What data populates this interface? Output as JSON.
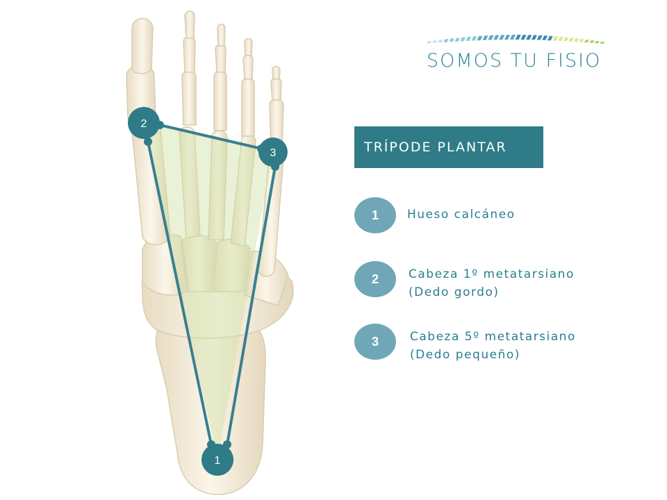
{
  "logo": {
    "text": "SOMOS TU FISIO",
    "stripe_colors": [
      "#bfe3ea",
      "#8ec9d6",
      "#5fa9c0",
      "#3e8ea7",
      "#d7e98e",
      "#a5d26a"
    ]
  },
  "title": "TRÍPODE PLANTAR",
  "legend": [
    {
      "num": "1",
      "line1": "Hueso calcáneo",
      "line2": ""
    },
    {
      "num": "2",
      "line1": "Cabeza 1º metatarsiano",
      "line2": "(Dedo gordo)"
    },
    {
      "num": "3",
      "line1": "Cabeza 5º metatarsiano",
      "line2": "(Dedo pequeño)"
    }
  ],
  "points": [
    {
      "num": "1",
      "label": "calcaneus"
    },
    {
      "num": "2",
      "label": "first-metatarsal-head"
    },
    {
      "num": "3",
      "label": "fifth-metatarsal-head"
    }
  ],
  "colors": {
    "accent": "#2f7b88",
    "line": "#3a7f8f",
    "legend_circle": "#6fa7b7",
    "bone": "#f4ecd8",
    "bone_edge": "#d8ccb2",
    "tripod_fill": "#cfe0a4"
  }
}
